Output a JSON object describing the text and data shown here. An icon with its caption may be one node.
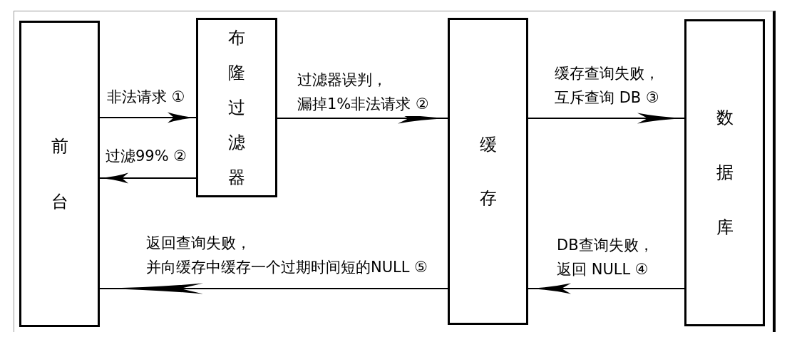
{
  "diagram": {
    "nodes": [
      {
        "text": [
          "前台"
        ]
      },
      {
        "text": [
          "布隆过滤器"
        ]
      },
      {
        "text": [
          "缓存"
        ]
      },
      {
        "text": [
          "数据库"
        ]
      }
    ],
    "edges": [
      {
        "from": 0,
        "to": 1,
        "arrow": "to",
        "label": "非法请求 ①"
      },
      {
        "from": 1,
        "to": 0,
        "arrow": "to",
        "label": "过滤99% ②"
      },
      {
        "from": 1,
        "to": 2,
        "arrow": "to",
        "label": "过滤器误判，漏掉1%非法请求 ②"
      },
      {
        "from": 2,
        "to": 3,
        "arrow": "to",
        "label": "缓存查询失败，互斥查询 DB ③"
      },
      {
        "from": 3,
        "to": 2,
        "arrow": "to",
        "label": "DB查询失败，返回 NULL ④"
      },
      {
        "from": 2,
        "to": 0,
        "arrow": "to",
        "label": "返回查询失败，并向缓存中缓存一个过期时间短的NULL ⑤"
      }
    ]
  }
}
